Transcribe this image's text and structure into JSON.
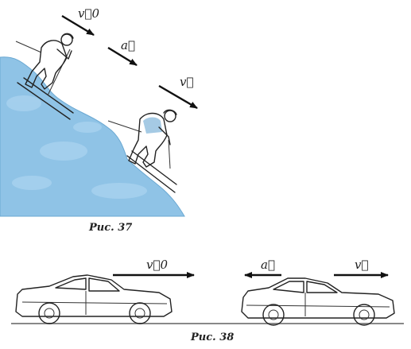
{
  "figure37": {
    "caption": "Рис. 37",
    "vector_v0": "v⃗0",
    "vector_a": "a⃗",
    "vector_v": "v⃗",
    "snow_color": "#8fc3e6"
  },
  "figure38": {
    "caption": "Рис. 38",
    "vector_v0": "v⃗0",
    "vector_a": "a⃗",
    "vector_v": "v⃗",
    "car_left_color": "#ffffff",
    "car_right_color": "#6fb3de"
  }
}
